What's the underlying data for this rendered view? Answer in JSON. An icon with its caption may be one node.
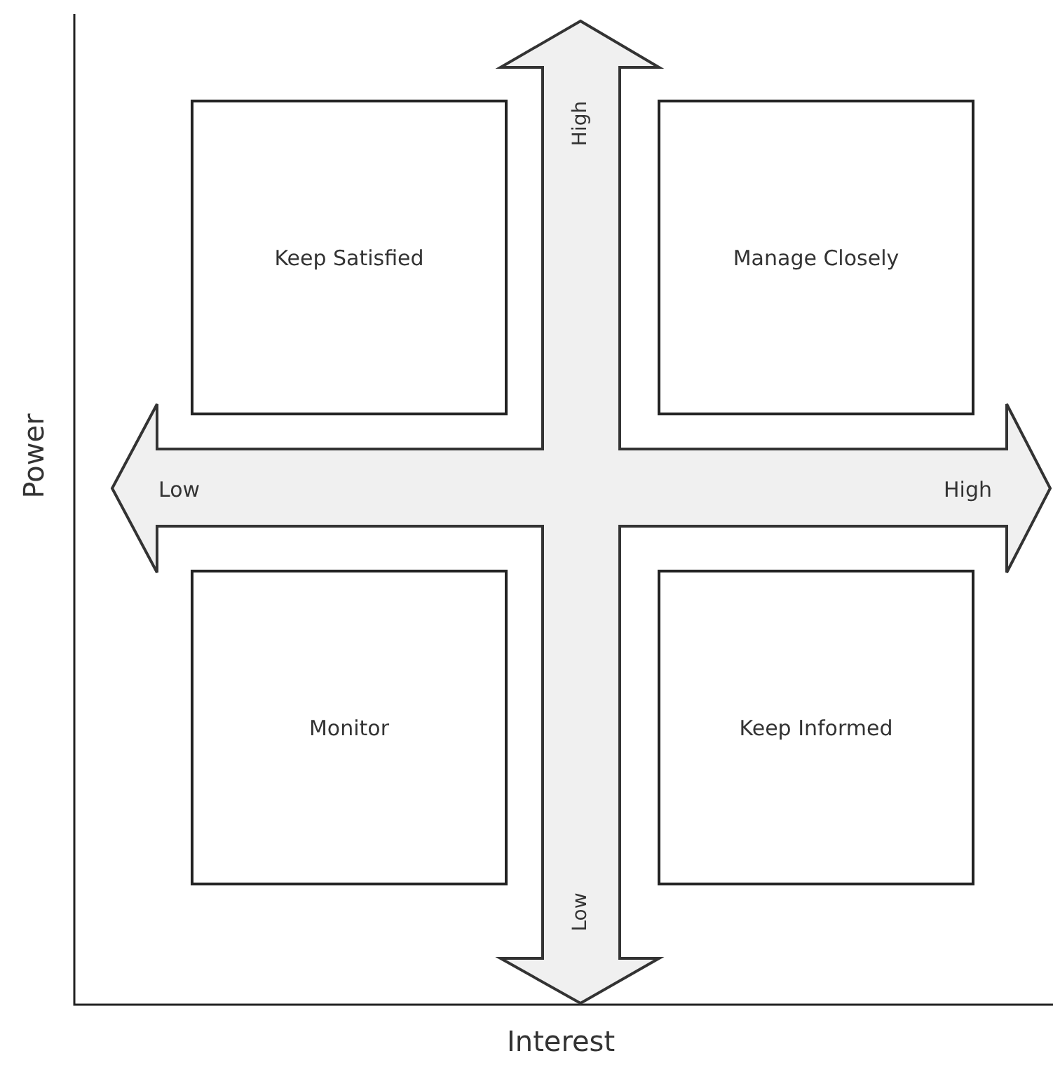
{
  "diagram": {
    "nodes": [
      {
        "text": [
          "Keep Satisfied"
        ]
      },
      {
        "text": [
          "Manage Closely"
        ]
      },
      {
        "text": [
          "Monitor"
        ]
      },
      {
        "text": [
          "Keep Informed"
        ]
      }
    ],
    "edges": [],
    "labels": [
      "High",
      "Power",
      "Low",
      "High",
      "Low",
      "Interest"
    ]
  }
}
